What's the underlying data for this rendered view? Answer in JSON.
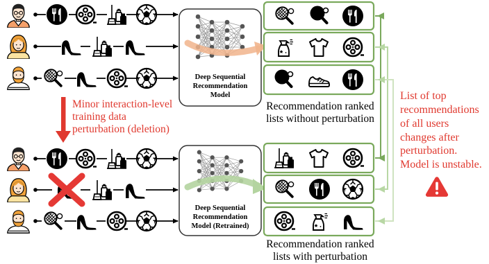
{
  "model_original": {
    "line1": "Deep Sequential",
    "line2": "Recommendation",
    "line3": "Model"
  },
  "model_retrained": {
    "line1": "Deep Sequential",
    "line2": "Recommendation",
    "line3": "Model (Retrained)"
  },
  "perturbation_label": {
    "line1": "Minor interaction-level",
    "line2": "training data",
    "line3": "perturbation (deletion)"
  },
  "top_caption": {
    "line1": "Recommendation ranked",
    "line2": "lists without perturbation"
  },
  "bottom_caption": {
    "line1": "Recommendation ranked",
    "line2": "lists with perturbation"
  },
  "instability_note": {
    "line1": "List of top",
    "line2": "recommendations",
    "line3": "of all users",
    "line4": "changes after",
    "line5": "perturbation.",
    "line6": "Model is unstable."
  },
  "colors": {
    "accent_red": "#e0392f",
    "list_green": "#7aa95c",
    "light_green": "#b8d7a4",
    "arrow_orange": "#f1b48c",
    "arrow_green": "#b4d4a0",
    "warning_red": "#e53935"
  },
  "users_top": [
    {
      "user": "man-glasses-icon",
      "items": [
        "food-icon",
        "film-reel-icon",
        "cleaning-icon",
        "soccer-ball-icon"
      ]
    },
    {
      "user": "woman-icon",
      "items": [
        "high-heel-icon",
        "cleaning-icon",
        "high-heel-icon"
      ]
    },
    {
      "user": "bearded-man-icon",
      "items": [
        "tennis-icon",
        "high-heel-icon",
        "film-reel-icon",
        "soccer-ball-icon"
      ]
    }
  ],
  "users_bottom": [
    {
      "user": "man-glasses-icon",
      "items": [
        "food-icon",
        "film-reel-icon",
        "cleaning-icon",
        "soccer-ball-icon"
      ]
    },
    {
      "user": "woman-icon",
      "items": [
        "high-heel-icon (deleted)",
        "cleaning-icon",
        "high-heel-icon"
      ]
    },
    {
      "user": "bearded-man-icon",
      "items": [
        "tennis-icon",
        "high-heel-icon",
        "film-reel-icon",
        "soccer-ball-icon"
      ]
    }
  ],
  "lists_without_perturbation": [
    [
      "tennis-icon",
      "ping-pong-icon",
      "food-icon"
    ],
    [
      "spray-bottle-icon",
      "tshirt-icon",
      "film-reel-icon"
    ],
    [
      "ping-pong-icon",
      "sneaker-icon",
      "food-icon"
    ]
  ],
  "lists_with_perturbation": [
    [
      "cleaning-icon",
      "tshirt-icon",
      "film-reel-icon"
    ],
    [
      "tennis-icon",
      "food-icon",
      "soccer-ball-icon"
    ],
    [
      "film-reel-icon",
      "spray-bottle-icon",
      "high-heel-icon"
    ]
  ]
}
